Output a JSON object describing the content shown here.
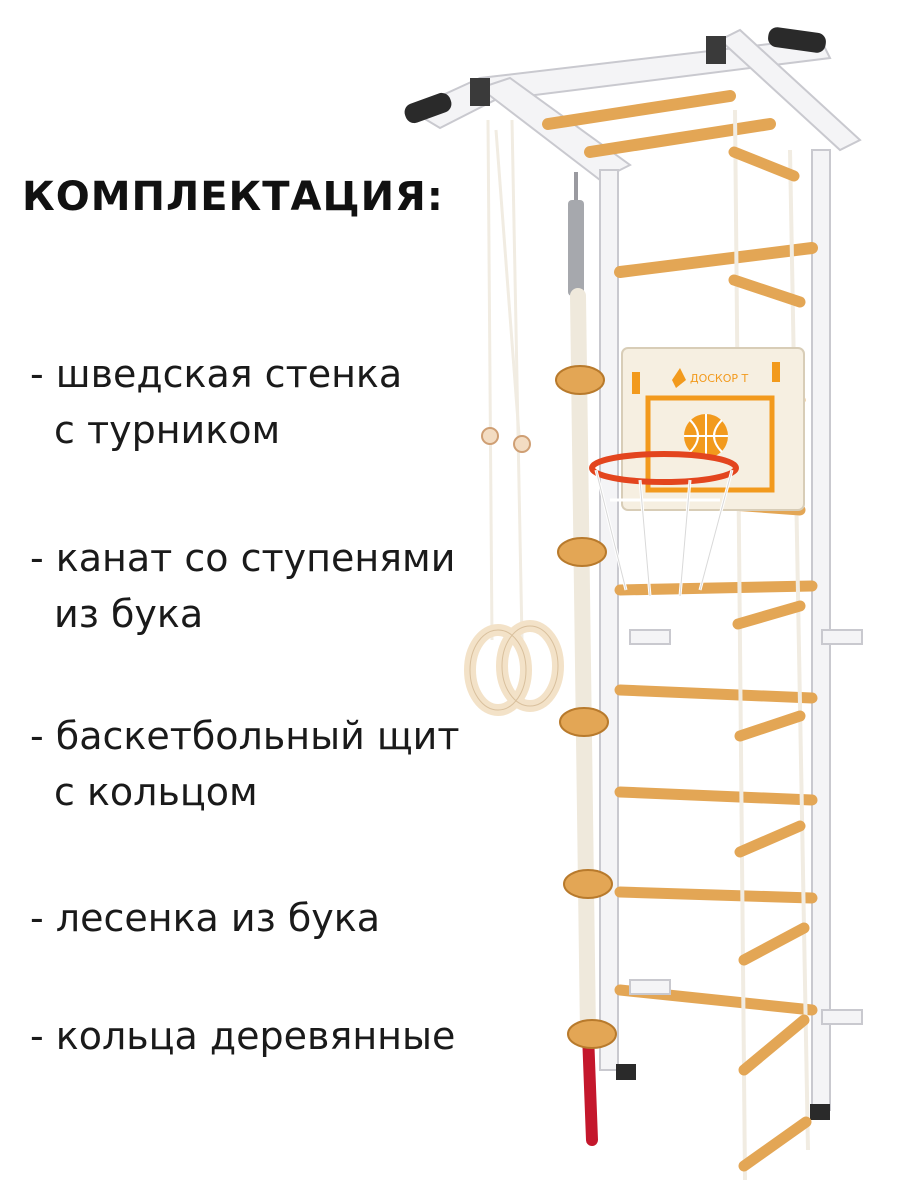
{
  "heading": "КОМПЛЕКТАЦИЯ:",
  "items": [
    {
      "line1": "- шведская стенка",
      "line2": "с турником"
    },
    {
      "line1": "- канат со ступенями",
      "line2": "из бука"
    },
    {
      "line1": "- баскетбольный щит",
      "line2": "с кольцом"
    },
    {
      "line1": "- лесенка из бука",
      "line2": ""
    },
    {
      "line1": "- кольца деревянные",
      "line2": ""
    }
  ],
  "backboard_logo": "ДОСКОР Т",
  "colors": {
    "frame": "#f4f4f6",
    "frame_shadow": "#c9c9cf",
    "wood": "#e3a655",
    "wood_dark": "#b87a2c",
    "rope": "#f1ece2",
    "hoop": "#e3451e",
    "backboard_orange": "#f29a1d",
    "grip": "#2a2a2a",
    "text": "#1a1a1a"
  },
  "icons": [
    "fox-logo-icon",
    "basketball-icon"
  ]
}
